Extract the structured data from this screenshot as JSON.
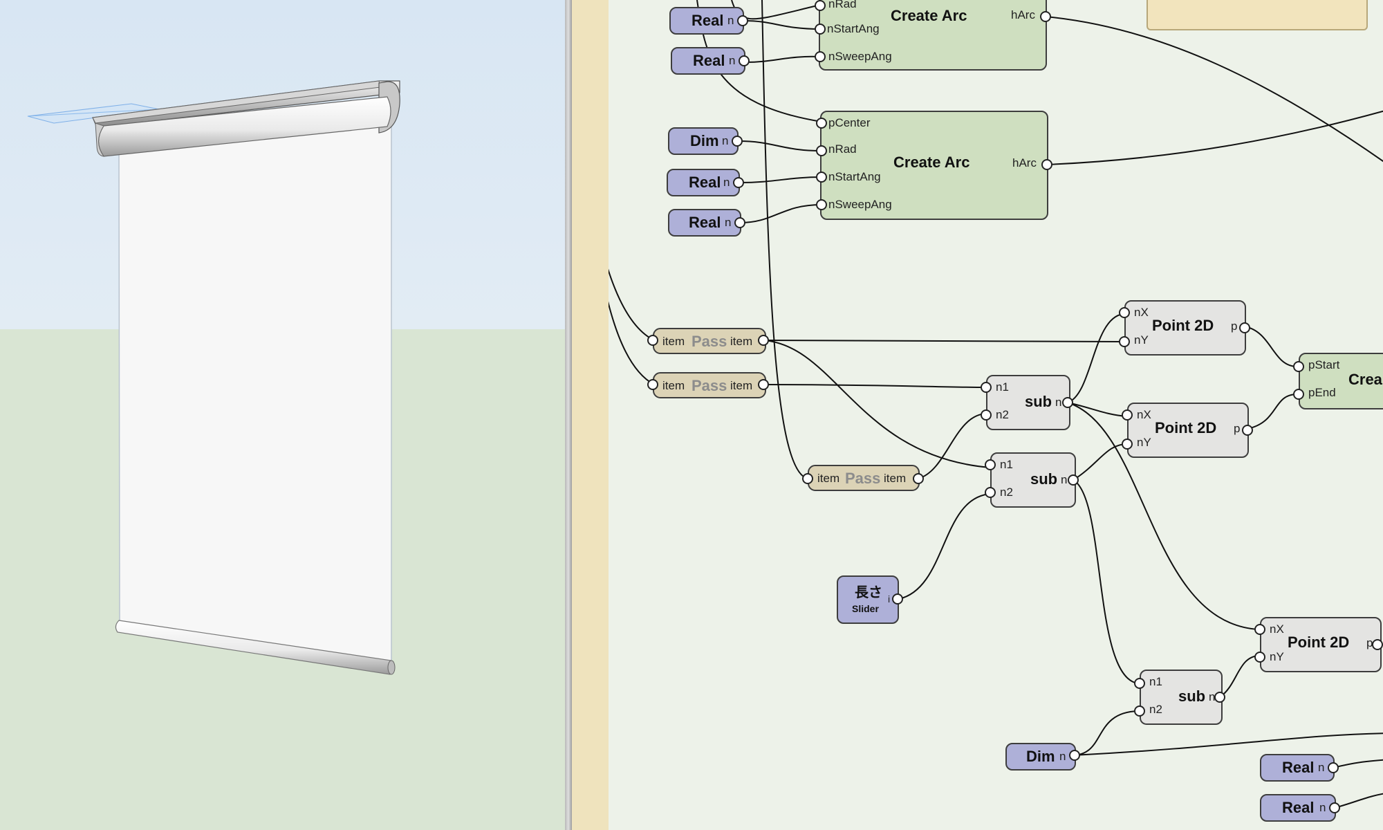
{
  "colors": {
    "sky": "#d8e6f3",
    "ground": "#d9e5d3",
    "green_node": "#cfdfc0",
    "gray_node": "#e4e4e2",
    "pass_node": "#dcd3b6",
    "param_node": "#aeb0d8",
    "sidebar_strip": "#efe3bd"
  },
  "viewport": {
    "model": "roller-blind"
  },
  "graph": {
    "create_arc_1": {
      "title": "Create Arc",
      "in_nRad": "nRad",
      "in_nStartAng": "nStartAng",
      "in_nSweepAng": "nSweepAng",
      "out_hArc": "hArc"
    },
    "create_arc_2": {
      "title": "Create Arc",
      "in_pCenter": "pCenter",
      "in_nRad": "nRad",
      "in_nStartAng": "nStartAng",
      "in_nSweepAng": "nSweepAng",
      "out_hArc": "hArc"
    },
    "real_1": {
      "title": "Real",
      "out": "n"
    },
    "real_2": {
      "title": "Real",
      "out": "n"
    },
    "dim_1": {
      "title": "Dim",
      "out": "n"
    },
    "real_3": {
      "title": "Real",
      "out": "n"
    },
    "real_4": {
      "title": "Real",
      "out": "n"
    },
    "pass_1": {
      "in": "item",
      "title": "Pass",
      "out": "item"
    },
    "pass_2": {
      "in": "item",
      "title": "Pass",
      "out": "item"
    },
    "pass_3": {
      "in": "item",
      "title": "Pass",
      "out": "item"
    },
    "point2d_1": {
      "title": "Point 2D",
      "in_nX": "nX",
      "in_nY": "nY",
      "out": "p"
    },
    "point2d_2": {
      "title": "Point 2D",
      "in_nX": "nX",
      "in_nY": "nY",
      "out": "p"
    },
    "point2d_3": {
      "title": "Point 2D",
      "in_nX": "nX",
      "in_nY": "nY",
      "out": "p"
    },
    "sub_1": {
      "title": "sub",
      "in_n1": "n1",
      "in_n2": "n2",
      "out": "n"
    },
    "sub_2": {
      "title": "sub",
      "in_n1": "n1",
      "in_n2": "n2",
      "out": "n"
    },
    "sub_3": {
      "title": "sub",
      "in_n1": "n1",
      "in_n2": "n2",
      "out": "n"
    },
    "create_line": {
      "title": "Crea",
      "in_pStart": "pStart",
      "in_pEnd": "pEnd"
    },
    "slider": {
      "title": "長さ",
      "subtitle": "Slider",
      "out": "i"
    },
    "dim_2": {
      "title": "Dim",
      "out": "n"
    },
    "real_5": {
      "title": "Real",
      "out": "n"
    },
    "real_6": {
      "title": "Real",
      "out": "n"
    }
  }
}
